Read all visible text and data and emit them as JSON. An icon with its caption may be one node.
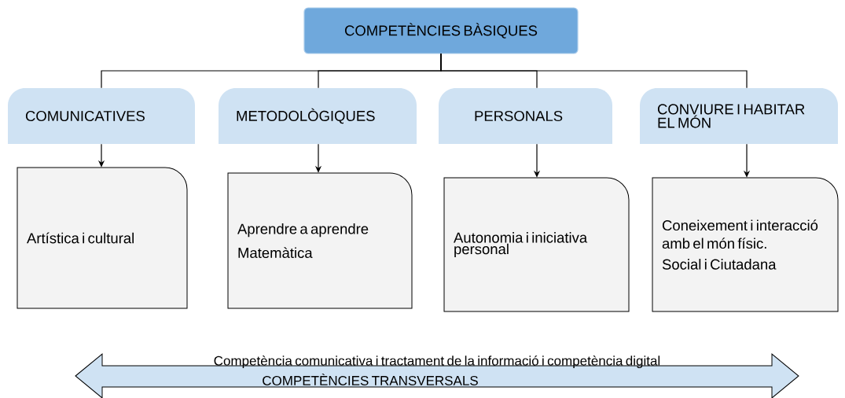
{
  "diagram": {
    "nodes": [
      {
        "text": [
          "COMPETÈNCIES BÀSIQUES"
        ]
      },
      {
        "text": [
          "COMUNICATIVES"
        ]
      },
      {
        "text": [
          "METODOLÒGIQUES"
        ]
      },
      {
        "text": [
          "PERSONALS"
        ]
      },
      {
        "text": [
          "CONVIURE I HABITAR EL MÓN"
        ]
      },
      {
        "text": [
          "Artística i cultural"
        ]
      },
      {
        "text": [
          "Aprendre a aprendre",
          "Matemàtica"
        ]
      },
      {
        "text": [
          "Autonomia i iniciativa personal"
        ]
      },
      {
        "text": [
          "Coneixement i interacció amb el món físic.",
          "Social i Ciutadana"
        ]
      },
      {
        "text": [
          "Competència comunicativa i tractament de la informació i competència digital",
          "COMPETÈNCIES TRANSVERSALS"
        ]
      }
    ],
    "edges": [
      {
        "from": 0,
        "to": 1,
        "arrow": "none"
      },
      {
        "from": 0,
        "to": 2,
        "arrow": "none"
      },
      {
        "from": 0,
        "to": 3,
        "arrow": "none"
      },
      {
        "from": 0,
        "to": 4,
        "arrow": "none"
      },
      {
        "from": 1,
        "to": 5,
        "arrow": "to"
      },
      {
        "from": 2,
        "to": 6,
        "arrow": "to"
      },
      {
        "from": 3,
        "to": 7,
        "arrow": "to"
      },
      {
        "from": 4,
        "to": 8,
        "arrow": "to"
      }
    ]
  }
}
